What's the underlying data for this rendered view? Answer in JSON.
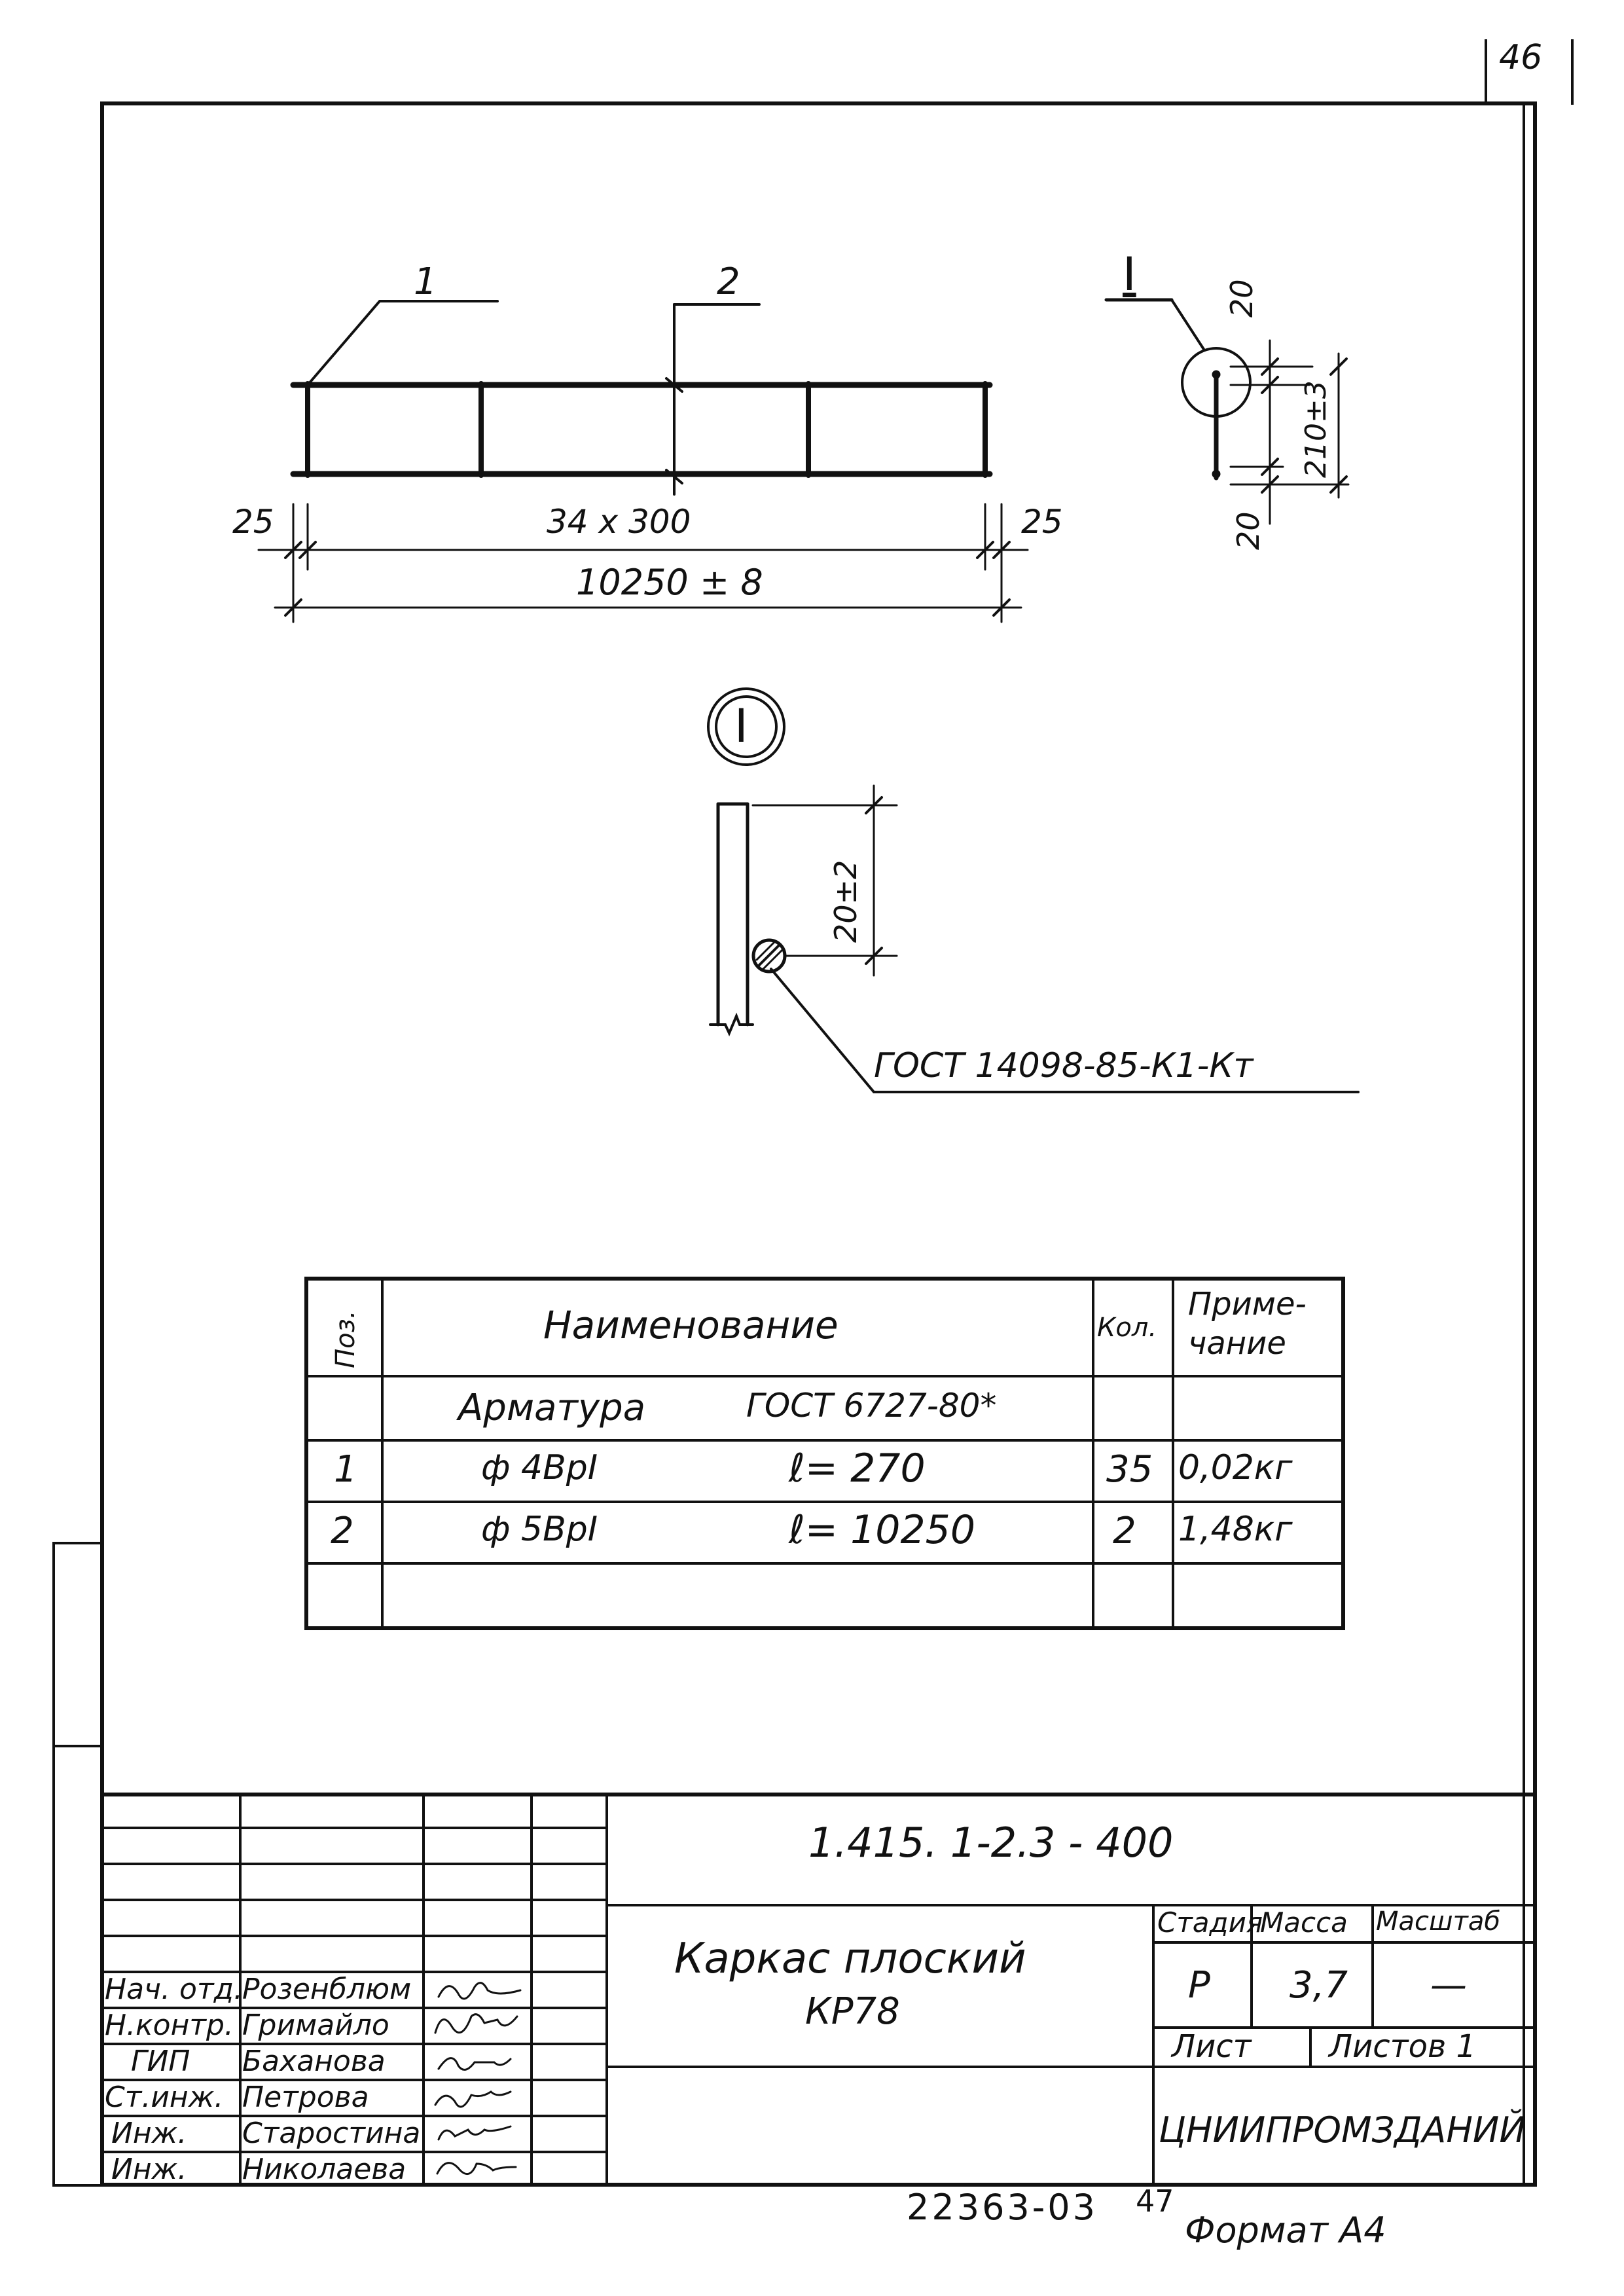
{
  "sheet_number": "46",
  "drawing": {
    "callouts": {
      "pos1": "1",
      "pos2": "2"
    },
    "dims": {
      "left_end": "25",
      "spacing": "34 x 300",
      "right_end": "25",
      "overall": "10250 ± 8"
    },
    "section_marker": "I",
    "section_dims": {
      "top": "20",
      "height": "210±3",
      "bottom": "20"
    },
    "detail_marker": "I",
    "detail_dim": "20±2",
    "weld_note": "ГОСТ 14098-85-К1-Кт"
  },
  "spec_table": {
    "headers": {
      "pos": "Поз.",
      "name": "Наименование",
      "qty": "Кол.",
      "note": "Приме-\nчание"
    },
    "group": {
      "title": "Арматура",
      "standard": "ГОСТ 6727-80*"
    },
    "rows": [
      {
        "pos": "1",
        "name": "ф 4ВрI",
        "length": "ℓ= 270",
        "qty": "35",
        "note": "0,02кг"
      },
      {
        "pos": "2",
        "name": "ф 5ВрI",
        "length": "ℓ= 10250",
        "qty": "2",
        "note": "1,48кг"
      }
    ]
  },
  "title_block": {
    "code": "1.415. 1-2.3 - 400",
    "title_line1": "Каркас плоский",
    "title_line2": "КР78",
    "headers": {
      "stage": "Стадия",
      "mass": "Масса",
      "scale": "Масштаб"
    },
    "values": {
      "stage": "Р",
      "mass": "3,7",
      "scale": "—"
    },
    "sheet_label": "Лист",
    "sheets_label": "Листов 1",
    "org": "ЦНИИПРОМЗДАНИЙ",
    "staff": [
      {
        "role": "Нач. отд.",
        "name": "Розенблюм"
      },
      {
        "role": "Н.контр.",
        "name": "Гримайло"
      },
      {
        "role": "ГИП",
        "name": "Баханова"
      },
      {
        "role": "Ст.инж.",
        "name": "Петрова"
      },
      {
        "role": "Инж.",
        "name": "Старостина"
      },
      {
        "role": "Инж.",
        "name": "Николаева"
      }
    ]
  },
  "footer": {
    "inventory": "22363-03",
    "page": "47",
    "format": "Формат А4"
  }
}
